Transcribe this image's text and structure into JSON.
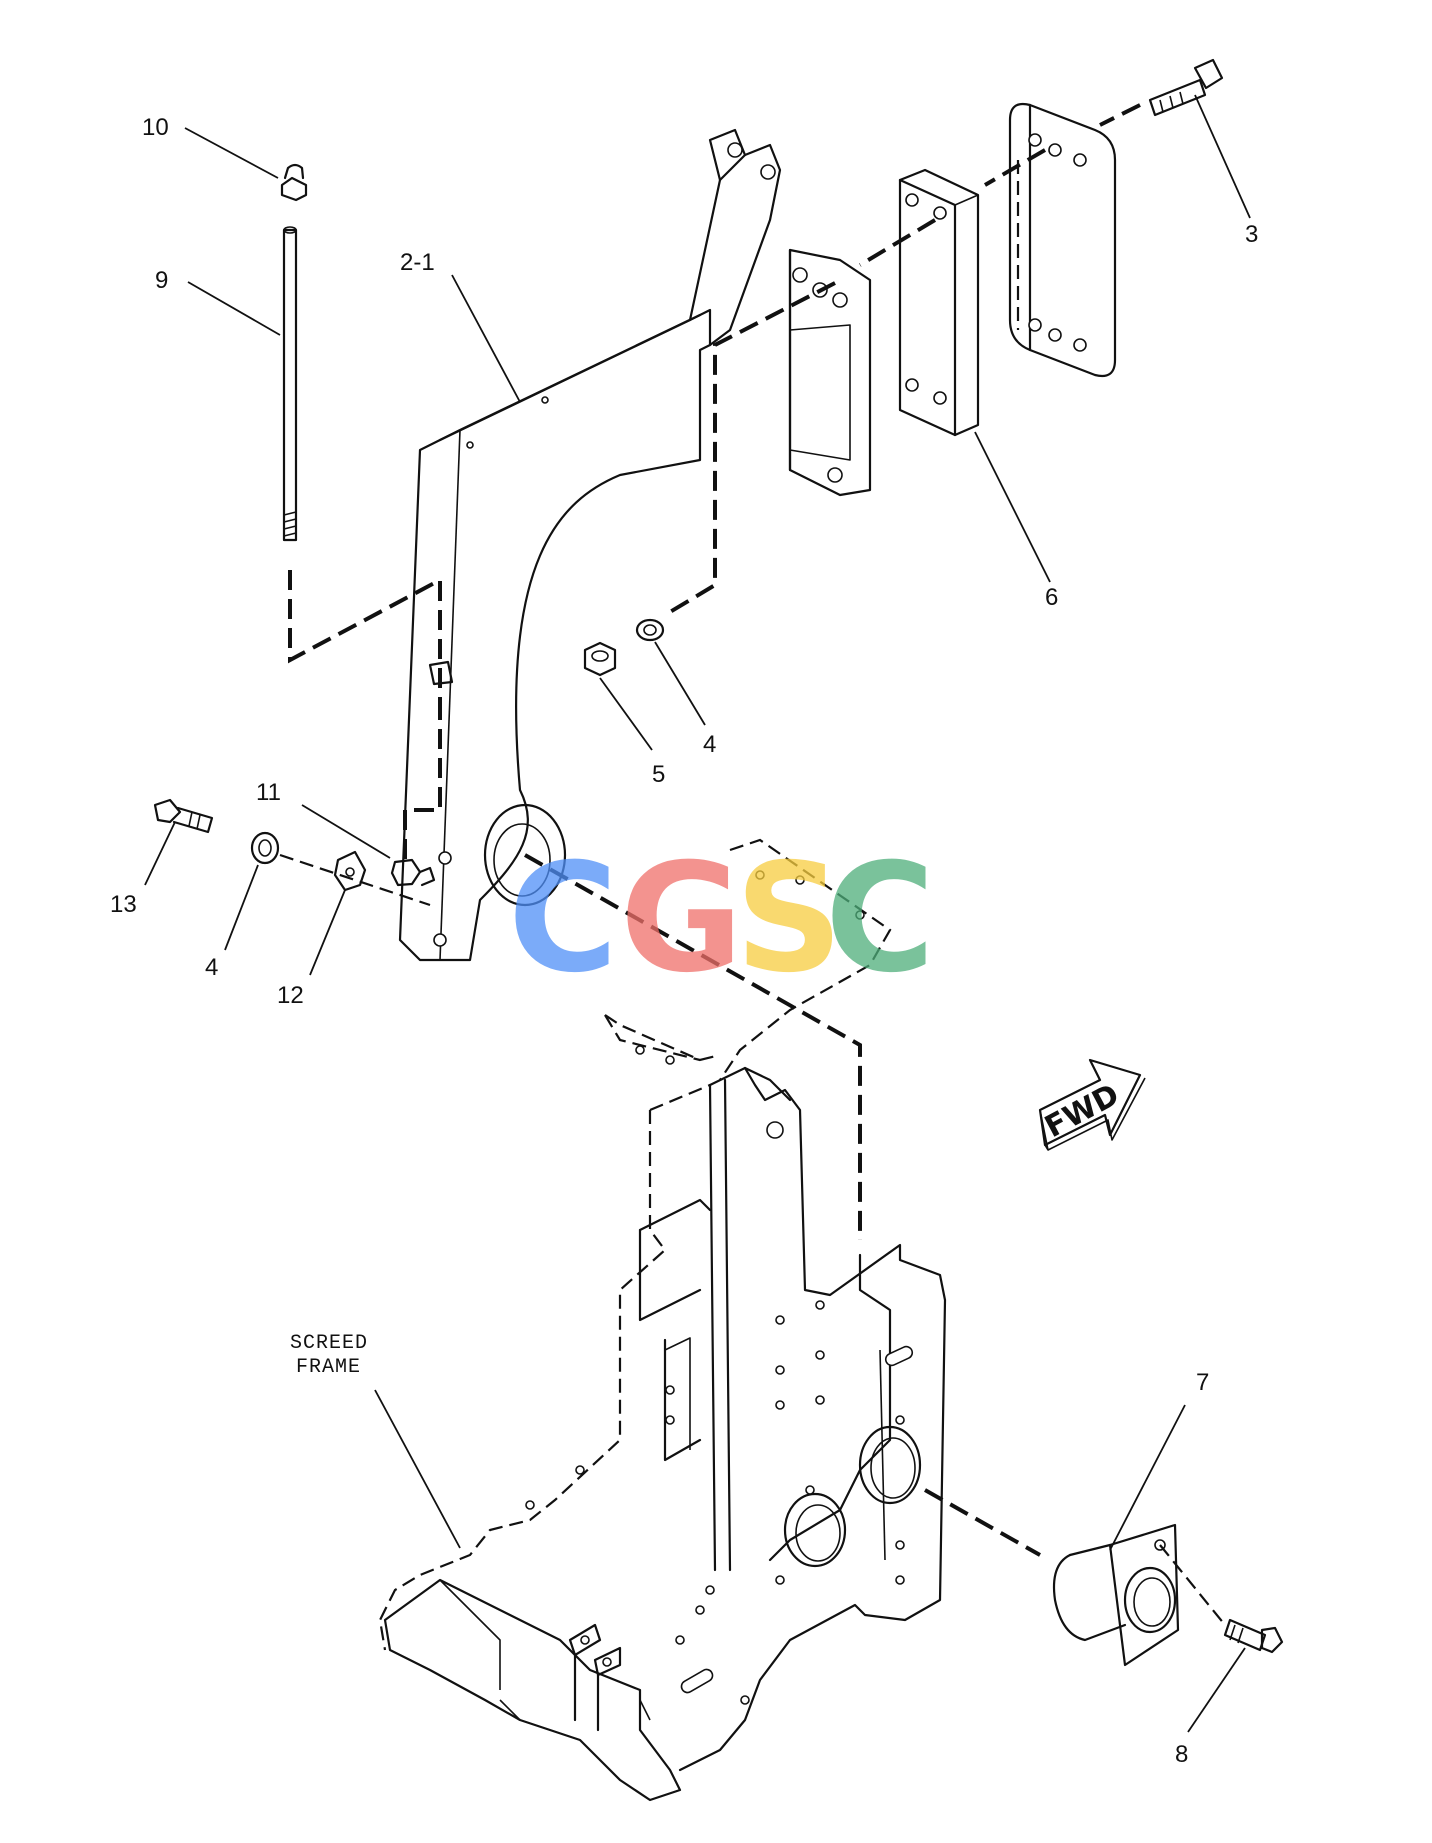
{
  "callouts": [
    {
      "id": "c-10",
      "text": "10"
    },
    {
      "id": "c-9",
      "text": "9"
    },
    {
      "id": "c-2-1",
      "text": "2-1"
    },
    {
      "id": "c-3",
      "text": "3"
    },
    {
      "id": "c-6",
      "text": "6"
    },
    {
      "id": "c-4a",
      "text": "4"
    },
    {
      "id": "c-5",
      "text": "5"
    },
    {
      "id": "c-11",
      "text": "11"
    },
    {
      "id": "c-13",
      "text": "13"
    },
    {
      "id": "c-4b",
      "text": "4"
    },
    {
      "id": "c-12",
      "text": "12"
    },
    {
      "id": "c-7",
      "text": "7"
    },
    {
      "id": "c-8",
      "text": "8"
    }
  ],
  "labels": {
    "screed_frame_line1": "SCREED",
    "screed_frame_line2": "FRAME",
    "fwd": "FWD"
  },
  "watermark": {
    "letters": [
      "C",
      "G",
      "S",
      "C"
    ],
    "colors": [
      "#4f8ff7",
      "#f0706a",
      "#f7cd3f",
      "#4eae7a"
    ]
  }
}
